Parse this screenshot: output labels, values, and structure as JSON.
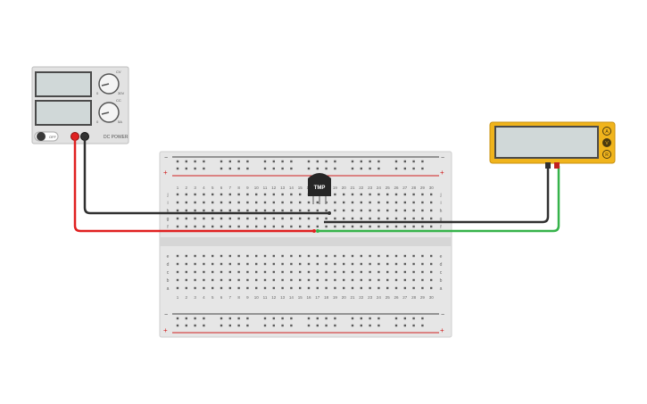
{
  "power_supply": {
    "off_label": "OFF",
    "voltage_knob_label_left": "0",
    "voltage_knob_label_right": "30V",
    "current_knob_label_left": "0",
    "current_knob_label_right": "5A",
    "current_limit_label": "CC",
    "voltage_limit_label": "CV",
    "model_label": "DC POWER"
  },
  "breadboard": {
    "rail_plus": "+",
    "rail_minus": "−",
    "column_numbers": [
      "1",
      "2",
      "3",
      "4",
      "5",
      "6",
      "7",
      "8",
      "9",
      "10",
      "11",
      "12",
      "13",
      "14",
      "15",
      "16",
      "17",
      "18",
      "19",
      "20",
      "21",
      "22",
      "23",
      "24",
      "25",
      "26",
      "27",
      "28",
      "29",
      "30"
    ],
    "row_letters_top": [
      "j",
      "i",
      "h",
      "g",
      "f"
    ],
    "row_letters_bottom": [
      "e",
      "d",
      "c",
      "b",
      "a"
    ]
  },
  "sensor": {
    "label": "TMP"
  },
  "multimeter": {
    "display_value": "",
    "mode_a": "A",
    "mode_v": "V",
    "mode_r": "R"
  },
  "colors": {
    "wire_red": "#e02020",
    "wire_black": "#303030",
    "wire_green": "#36b34a",
    "multimeter_body": "#f0b41c",
    "breadboard": "#e6e6e6"
  }
}
